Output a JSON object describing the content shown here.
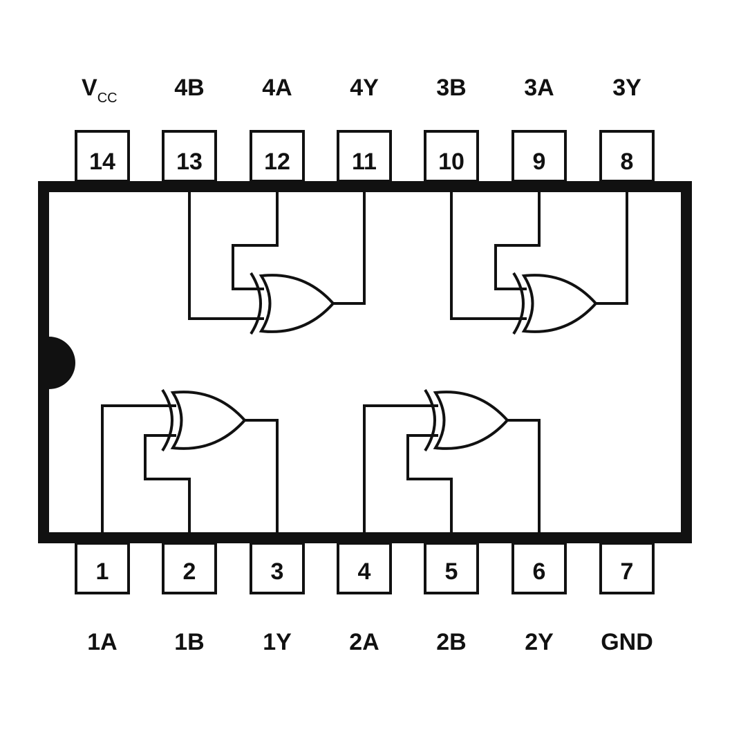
{
  "colors": {
    "line": "#111111",
    "background": "#ffffff"
  },
  "chip": {
    "top_pins": [
      {
        "number": "14",
        "label": "V",
        "sub": "CC"
      },
      {
        "number": "13",
        "label": "4B",
        "sub": ""
      },
      {
        "number": "12",
        "label": "4A",
        "sub": ""
      },
      {
        "number": "11",
        "label": "4Y",
        "sub": ""
      },
      {
        "number": "10",
        "label": "3B",
        "sub": ""
      },
      {
        "number": "9",
        "label": "3A",
        "sub": ""
      },
      {
        "number": "8",
        "label": "3Y",
        "sub": ""
      }
    ],
    "bottom_pins": [
      {
        "number": "1",
        "label": "1A"
      },
      {
        "number": "2",
        "label": "1B"
      },
      {
        "number": "3",
        "label": "1Y"
      },
      {
        "number": "4",
        "label": "2A"
      },
      {
        "number": "5",
        "label": "2B"
      },
      {
        "number": "6",
        "label": "2Y"
      },
      {
        "number": "7",
        "label": "GND"
      }
    ],
    "gates": [
      {
        "name": "gate-4",
        "symbol": "xor-gate"
      },
      {
        "name": "gate-3",
        "symbol": "xor-gate"
      },
      {
        "name": "gate-1",
        "symbol": "xor-gate"
      },
      {
        "name": "gate-2",
        "symbol": "xor-gate"
      }
    ]
  }
}
